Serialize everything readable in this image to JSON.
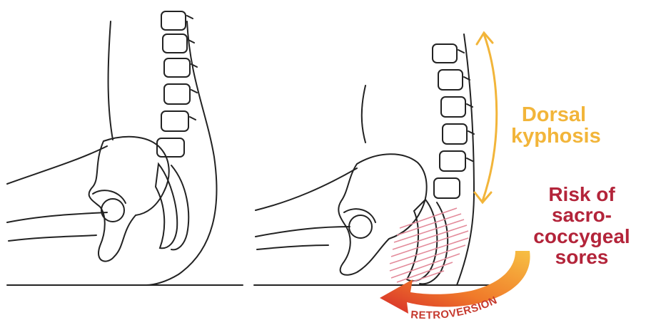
{
  "labels": {
    "dorsal_line1": "Dorsal",
    "dorsal_line2": "kyphosis",
    "risk_line1": "Risk of",
    "risk_line2": "sacro-coccygeal",
    "risk_line3": "sores",
    "retroversion": "RETROVERSION"
  },
  "colors": {
    "line": "#222222",
    "dorsal": "#f2b53a",
    "risk": "#b3243a",
    "hatch": "#e38a9a",
    "arrow_start": "#f7b733",
    "arrow_end": "#d62a2a"
  }
}
